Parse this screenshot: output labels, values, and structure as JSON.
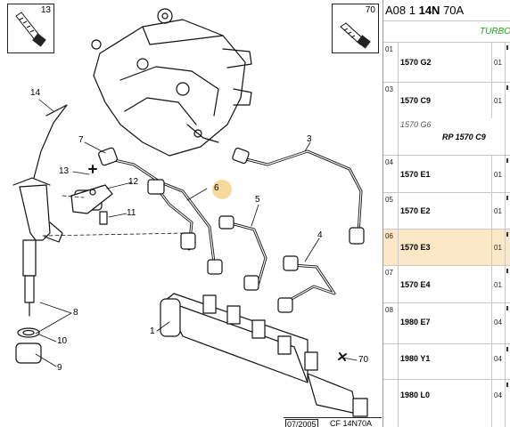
{
  "diagram": {
    "tool_box_left": {
      "number": "13",
      "icon": "screw-icon"
    },
    "tool_box_right": {
      "number": "70",
      "icon": "screw-icon"
    },
    "callouts": [
      {
        "id": "c14",
        "text": "14"
      },
      {
        "id": "c7",
        "text": "7"
      },
      {
        "id": "c3",
        "text": "3"
      },
      {
        "id": "c13",
        "text": "13"
      },
      {
        "id": "c12",
        "text": "12"
      },
      {
        "id": "c6",
        "text": "6"
      },
      {
        "id": "c11",
        "text": "11"
      },
      {
        "id": "c5",
        "text": "5"
      },
      {
        "id": "c4",
        "text": "4"
      },
      {
        "id": "c8",
        "text": "8"
      },
      {
        "id": "c1",
        "text": "1"
      },
      {
        "id": "c10",
        "text": "10"
      },
      {
        "id": "c9",
        "text": "9"
      },
      {
        "id": "c70",
        "text": "70"
      }
    ],
    "footer_date": "07/2005",
    "footer_code": "CF 14N70A",
    "highlight_color": "#f3d48a"
  },
  "panel": {
    "title_prefix": "A08 1 ",
    "title_bold": "14N",
    "title_suffix": " 70A",
    "subtitle": "TURBO",
    "subtitle_color": "#1fa21f",
    "selected_color": "#fce7c6",
    "rows": [
      {
        "idx": "01",
        "ref": "1570 G2",
        "qty": "01"
      },
      {
        "idx": "03",
        "ref": "1570 C9",
        "qty": "01",
        "alt_ref": "1570 G6",
        "alt_ref2": "RP 1570 C9"
      },
      {
        "idx": "04",
        "ref": "1570 E1",
        "qty": "01"
      },
      {
        "idx": "05",
        "ref": "1570 E2",
        "qty": "01"
      },
      {
        "idx": "06",
        "ref": "1570 E3",
        "qty": "01"
      },
      {
        "idx": "07",
        "ref": "1570 E4",
        "qty": "01"
      },
      {
        "idx": "08",
        "ref": "1980 E7",
        "qty": "04"
      },
      {
        "idx": "",
        "ref": "1980 Y1",
        "qty": "04"
      },
      {
        "idx": "",
        "ref": "1980 L0",
        "qty": "04"
      }
    ]
  }
}
